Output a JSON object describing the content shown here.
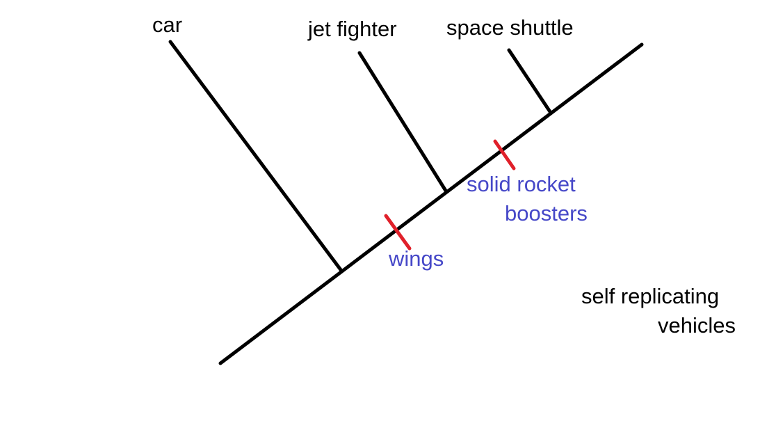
{
  "diagram": {
    "title": "Cladogram of vehicles",
    "root_label": {
      "line1": "self replicating",
      "line2": "vehicles"
    },
    "taxa": [
      {
        "name": "car"
      },
      {
        "name": "jet fighter"
      },
      {
        "name": "space shuttle"
      }
    ],
    "traits": [
      {
        "name": "wings",
        "line1": "wings"
      },
      {
        "name": "solid rocket boosters",
        "line1": "solid rocket",
        "line2": "boosters"
      }
    ],
    "colors": {
      "branch": "#000000",
      "trait_mark": "#e0202a",
      "trait_text": "#4648c8",
      "label_text": "#000000",
      "background": "#ffffff"
    }
  }
}
